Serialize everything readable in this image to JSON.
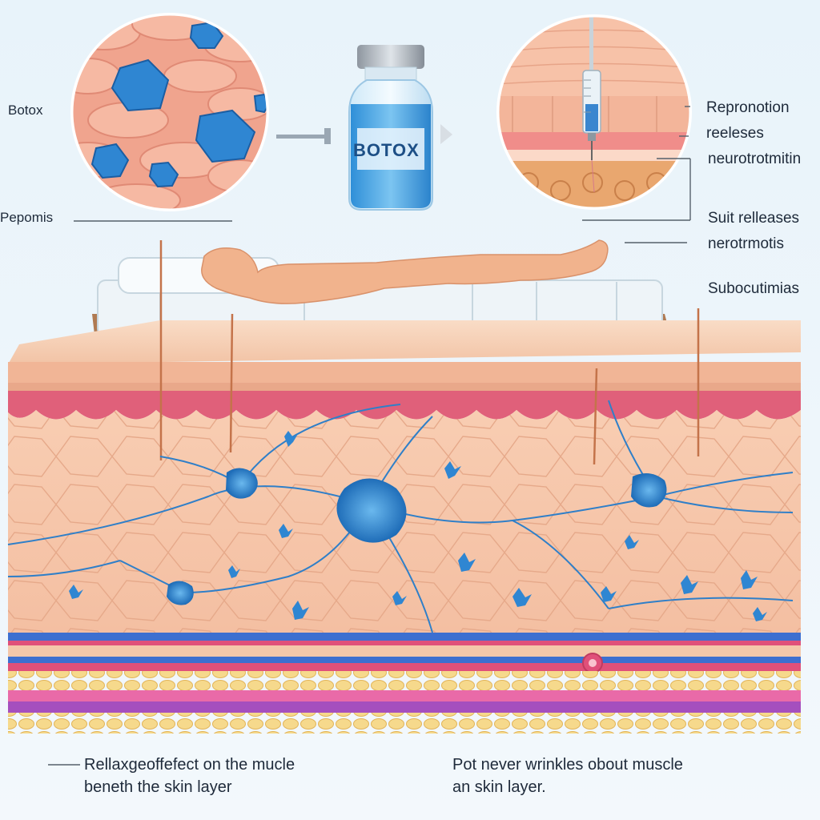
{
  "labels": {
    "left_top": "Botox",
    "left_mid": "Pepomis",
    "vial": "BOTOX",
    "right_1": "Repronotion",
    "right_2": "reeleses",
    "right_3": "neurotrotmitin",
    "right_4": "Suit relleases",
    "right_5": "nerotrmotis",
    "right_6": "Subocutimias",
    "bottom_left_1": "Rellaxgeoffefect on the mucle",
    "bottom_left_2": "beneth the skin layer",
    "bottom_right_1": "Pot never wrinkles obout muscle",
    "bottom_right_2": "an skin layer."
  },
  "colors": {
    "background": "#eaf4fa",
    "skin": "#f6c7ab",
    "epidermis": "#f0b79a",
    "dermis_red": "#e05a72",
    "neuron_blue": "#2f7fc8",
    "fat": "#f4d27c",
    "muscle_purple": "#a04cb4",
    "vial_liquid": "#4fa9e6"
  }
}
